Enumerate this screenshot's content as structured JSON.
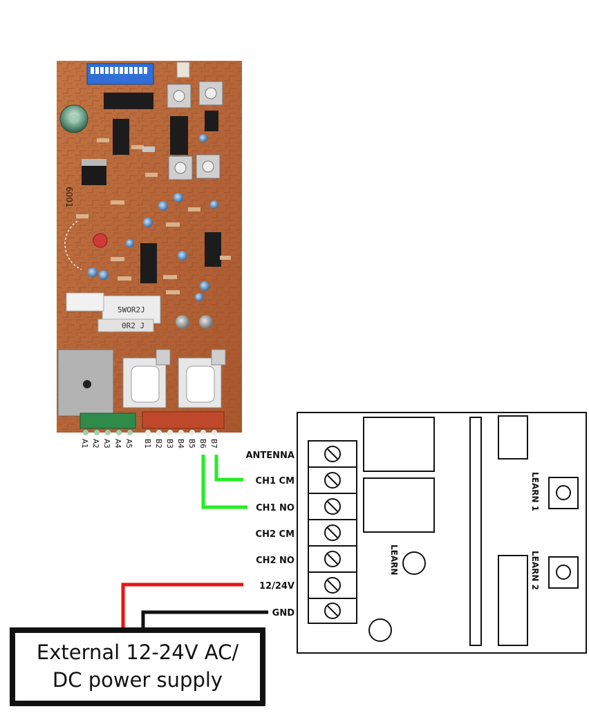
{
  "pcb": {
    "silkscreen": {
      "model": "6001",
      "resistor_top": "5WOR2J",
      "resistor_bottom": "0R2 J"
    },
    "terminals_a": [
      "A1",
      "A2",
      "A3",
      "A4",
      "A5"
    ],
    "terminals_b": [
      "B1",
      "B2",
      "B3",
      "B4",
      "B5",
      "B6",
      "B7"
    ]
  },
  "module": {
    "terminal_labels": [
      "ANTENNA",
      "CH1 CM",
      "CH1 NO",
      "CH2 CM",
      "CH2 NO",
      "12/24V",
      "GND"
    ],
    "learn_button_1": "LEARN 1",
    "learn_button_2": "LEARN 2",
    "learn_led": "LEARN"
  },
  "power_supply": {
    "line1": "External 12-24V AC/",
    "line2": "DC power supply"
  },
  "colors": {
    "wire_green": "#22ee22",
    "wire_red": "#ee1111",
    "wire_black": "#111111",
    "pcb_board": "#b5663a",
    "terminal_green": "#2e8b4a",
    "terminal_red": "#c0482a"
  }
}
